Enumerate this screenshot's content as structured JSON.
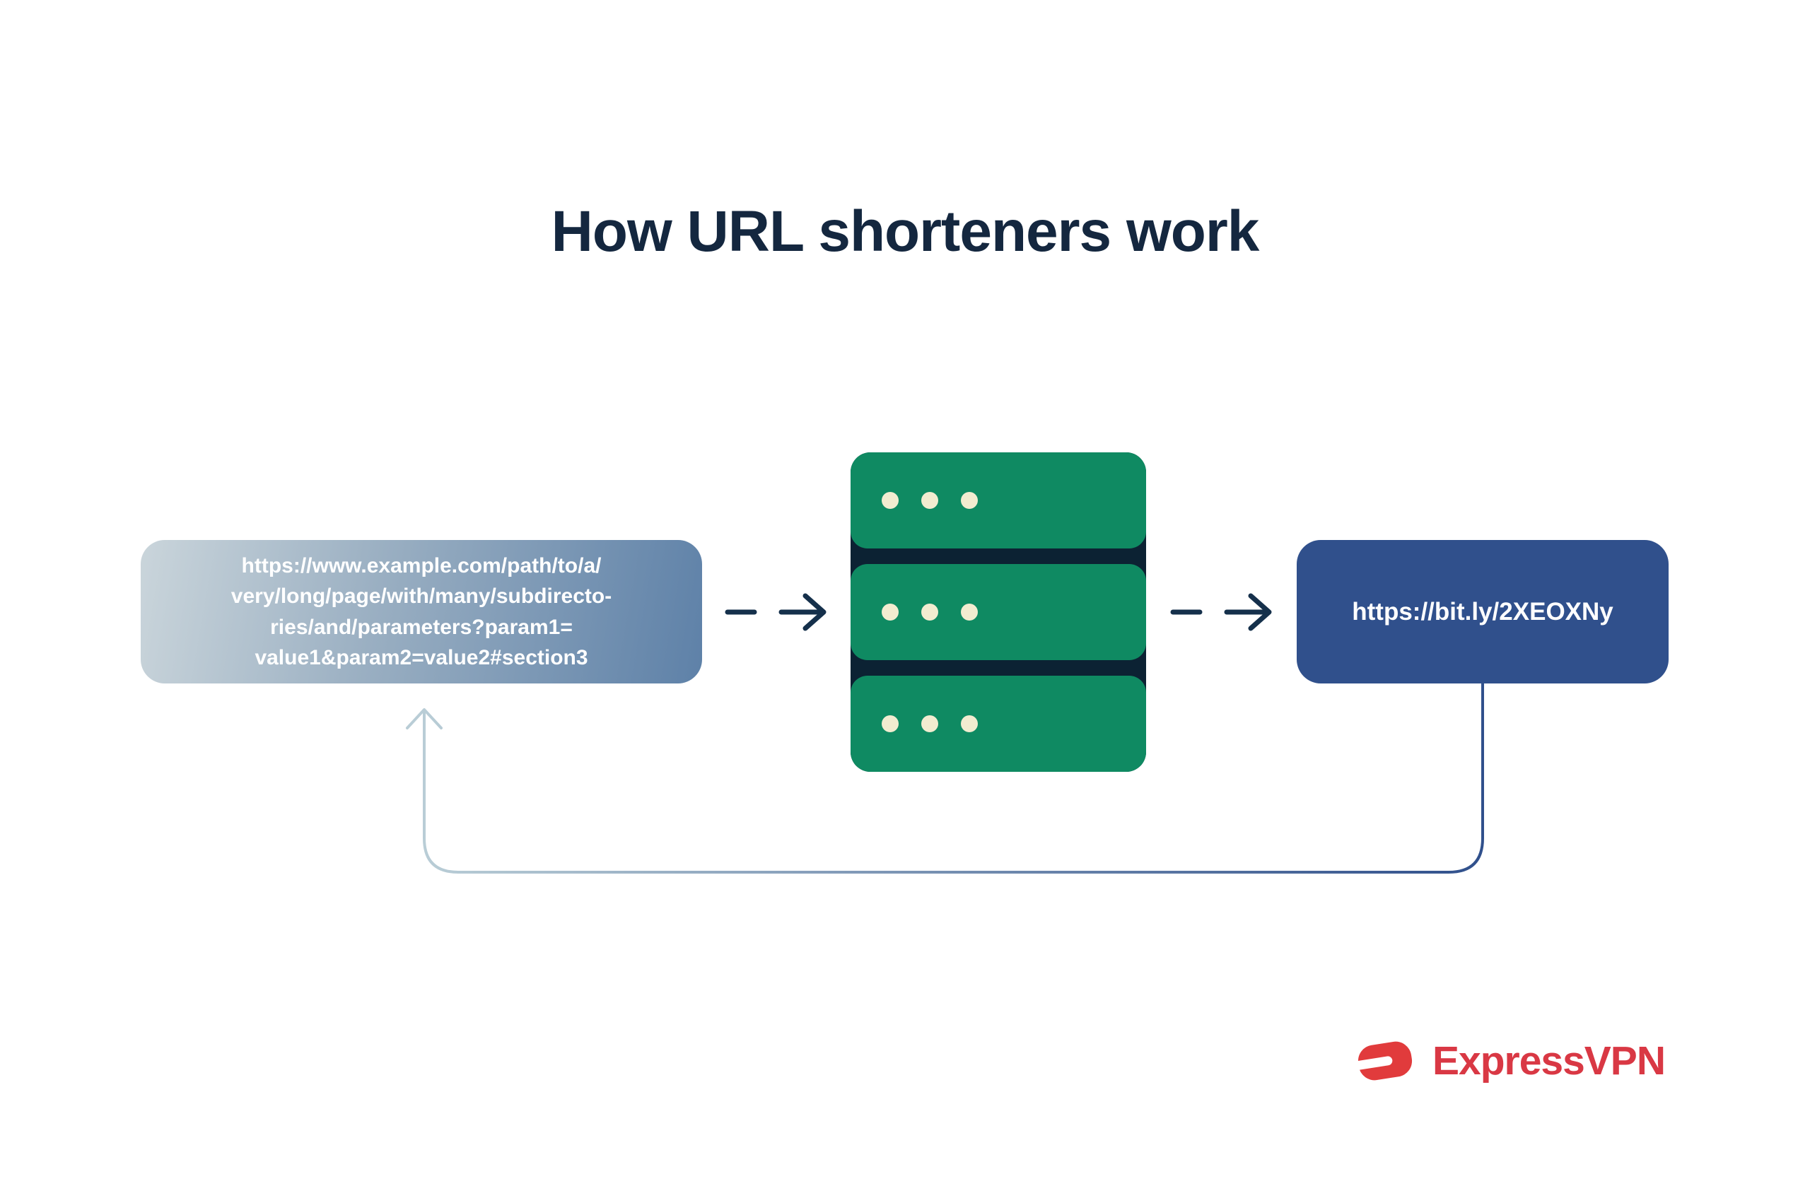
{
  "title": "How URL shorteners work",
  "diagram": {
    "long_url_box": {
      "text": "https://www.example.com/path/to/a/\nvery/long/page/with/many/subdirecto-\nries/and/parameters?param1=\nvalue1&param2=value2#section3",
      "gradient_start": "#CAD5DB",
      "gradient_end": "#5E81A8"
    },
    "server": {
      "blocks": 3,
      "dots_per_block": 3,
      "block_color": "#0F8A62",
      "separator_color": "#0C2233",
      "dot_color": "#F2ECD0"
    },
    "short_url_box": {
      "text": "https://bit.ly/2XEOXNy",
      "color": "#30508C"
    },
    "arrow_color": "#15304B",
    "return_path": {
      "gradient_start": "#B9CDD6",
      "gradient_end": "#30508C"
    }
  },
  "branding": {
    "logo_text": "ExpressVPN",
    "logo_color": "#D93844"
  }
}
